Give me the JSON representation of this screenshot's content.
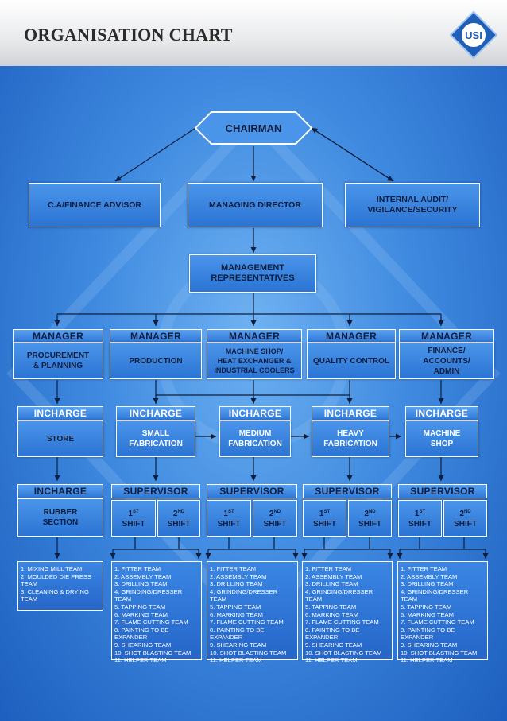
{
  "header": {
    "title": "ORGANISATION CHART",
    "logo_text": "USI"
  },
  "top": {
    "chairman": "CHAIRMAN",
    "ca_finance": "C.A/FINANCE ADVISOR",
    "managing_director": "MANAGING DIRECTOR",
    "internal_audit": "INTERNAL  AUDIT/\nVIGILANCE/SECURITY",
    "management_reps": "MANAGEMENT\nREPRESENTATIVES"
  },
  "managers": [
    {
      "title": "MANAGER",
      "dept": "PROCUREMENT\n& PLANNING"
    },
    {
      "title": "MANAGER",
      "dept": "PRODUCTION"
    },
    {
      "title": "MANAGER",
      "dept": "MACHINE SHOP/\nHEAT EXCHANGER &\nINDUSTRIAL COOLERS"
    },
    {
      "title": "MANAGER",
      "dept": "QUALITY CONTROL"
    },
    {
      "title": "MANAGER",
      "dept": "FINANCE/\nACCOUNTS/\nADMIN"
    }
  ],
  "incharges": [
    {
      "title": "INCHARGE",
      "unit": "STORE"
    },
    {
      "title": "INCHARGE",
      "unit": "SMALL\nFABRICATION"
    },
    {
      "title": "INCHARGE",
      "unit": "MEDIUM\nFABRICATION"
    },
    {
      "title": "INCHARGE",
      "unit": "HEAVY\nFABRICATION"
    },
    {
      "title": "INCHARGE",
      "unit": "MACHINE\nSHOP"
    }
  ],
  "rubber": {
    "title": "INCHARGE",
    "unit": "RUBBER\nSECTION"
  },
  "supervisor": {
    "title": "SUPERVISOR",
    "shift1_num": "1",
    "shift1_sup": "ST",
    "shift2_num": "2",
    "shift2_sup": "ND",
    "shift_word": "SHIFT"
  },
  "rubber_teams": "1.  MIXING MILL TEAM\n2.  MOULDED DIE PRESS TEAM\n3.  CLEANING & DRYING TEAM",
  "teams": "1.  FITTER TEAM\n2.  ASSEMBLY TEAM\n3.  DRILLING TEAM\n4.  GRINDING/DRESSER TEAM\n5.  TAPPING TEAM\n6.  MARKING TEAM\n7.  FLAME CUTTING TEAM\n8.  PAINTING TO BE EXPANDER\n9.  SHEARING TEAM\n10. SHOT BLASTING TEAM\n11. HELPER TEAM",
  "colors": {
    "background": "#3f8ae0",
    "box": "#2b74d4",
    "text": "#0d1d3d",
    "border": "#ffffff"
  }
}
